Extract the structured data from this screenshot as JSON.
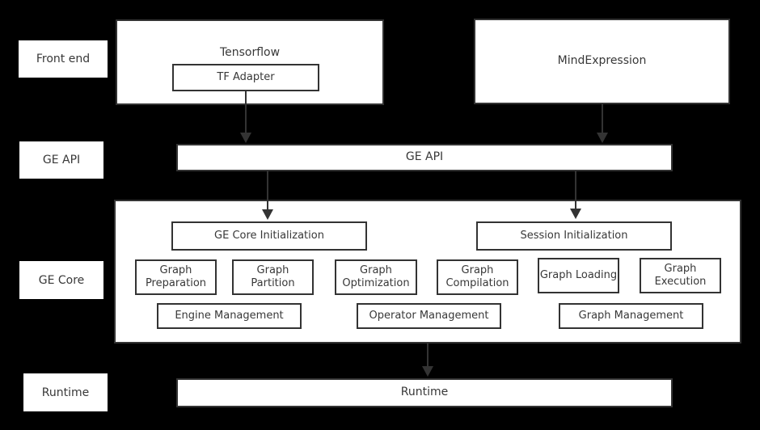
{
  "colors": {
    "background": "#000000",
    "box_fill": "#ffffff",
    "border": "#333333",
    "text": "#383838"
  },
  "row_labels": {
    "front_end": "Front end",
    "ge_api": "GE API",
    "ge_core": "GE Core",
    "runtime": "Runtime"
  },
  "front_end": {
    "tensorflow": "Tensorflow",
    "tf_adapter": "TF Adapter",
    "mind_expression": "MindExpression"
  },
  "ge_api_bar": {
    "label": "GE API"
  },
  "ge_core": {
    "ge_core_init": "GE Core Initialization",
    "session_init": "Session Initialization",
    "stages": [
      "Graph Preparation",
      "Graph Partition",
      "Graph Optimization",
      "Graph Compilation",
      "Graph Loading",
      "Graph Execution"
    ],
    "managers": [
      "Engine Management",
      "Operator Management",
      "Graph Management"
    ]
  },
  "runtime_bar": {
    "label": "Runtime"
  }
}
